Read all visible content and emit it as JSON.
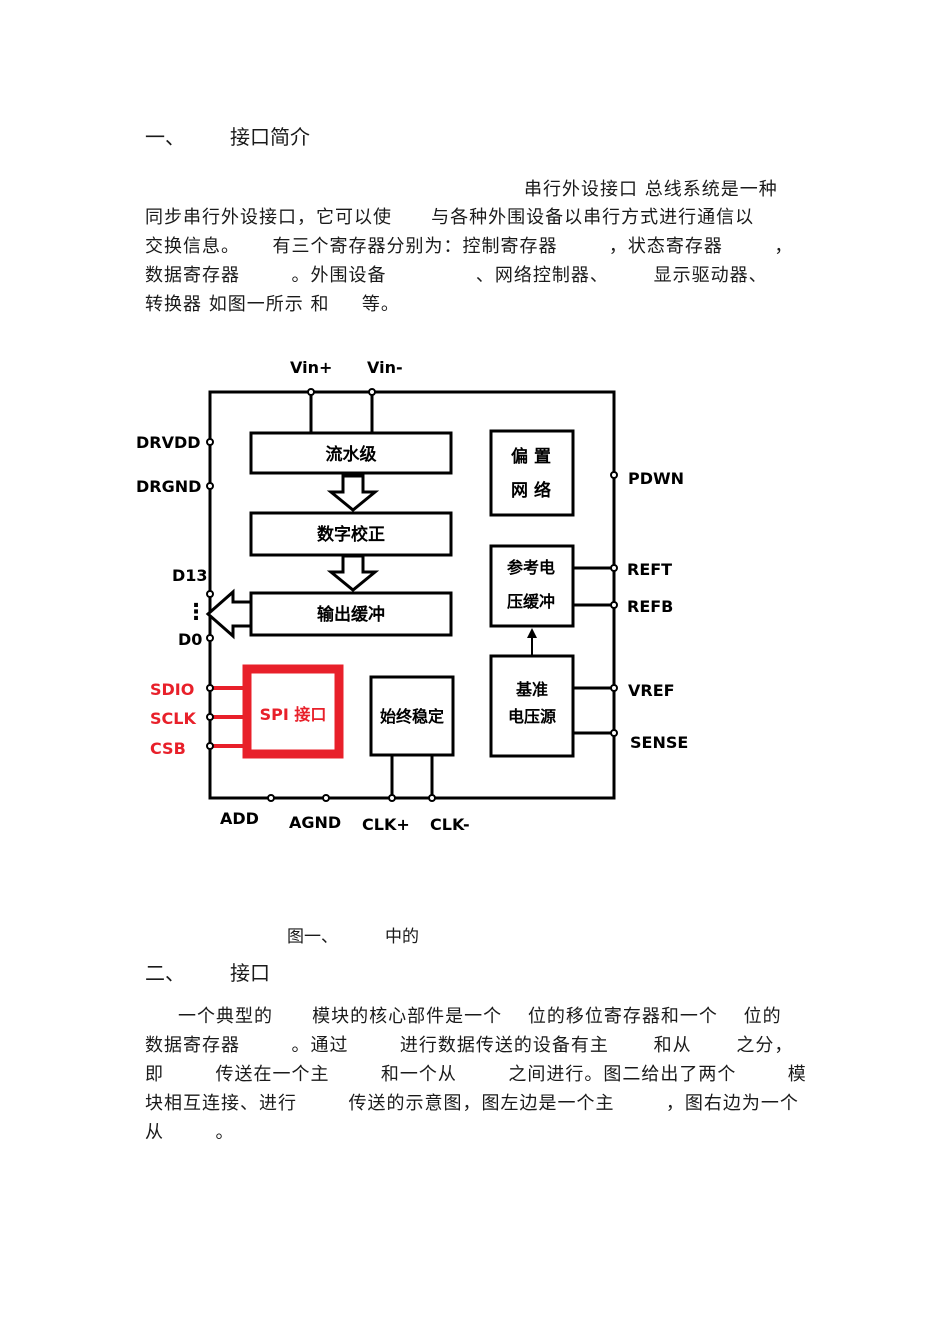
{
  "section1": {
    "num": "一、",
    "title": "接口简介"
  },
  "intro": {
    "line1": "串行外设接口 总线系统是一种",
    "line2": "同步串行外设接口，它可以使 　  与各种外围设备以串行方式进行通信以",
    "line3": "交换信息。 　 有三个寄存器分别为：控制寄存器 　　 ，状态寄存器 　　 ，",
    "line4": "数据寄存器 　　 。外围设备 　　　　 、网络控制器、 　　显示驱动器、",
    "line5": "转换器 如图一所示 和 　 等。"
  },
  "diagram": {
    "vin_plus": "Vin+",
    "vin_minus": "Vin-",
    "drvdd": "DRVDD",
    "drgnd": "DRGND",
    "d13": "D13",
    "dots": "⋮",
    "d0": "D0",
    "sdio": "SDIO",
    "sclk": "SCLK",
    "csb": "CSB",
    "add": "ADD",
    "agnd": "AGND",
    "clk_plus": "CLK+",
    "clk_minus": "CLK-",
    "pdwn": "PDWN",
    "reft": "REFT",
    "refb": "REFB",
    "vref": "VREF",
    "sense": "SENSE",
    "pipeline": "流水级",
    "digital_correction": "数字校正",
    "output_buffer": "输出缓冲",
    "bias_line1": "偏 置",
    "bias_line2": "网 络",
    "ref_buffer_line1": "参考电",
    "ref_buffer_line2": "压缓冲",
    "bandgap_line1": "基准",
    "bandgap_line2": "电压源",
    "spi": "SPI 接口",
    "clock": "始终稳定",
    "colors": {
      "spi_red": "#e8202a",
      "line": "#000000"
    }
  },
  "caption": {
    "left": "图一、",
    "right": "中的"
  },
  "section2": {
    "num": "二、",
    "title": "接口"
  },
  "body2": {
    "line1": "一个典型的 　  模块的核心部件是一个 　位的移位寄存器和一个 　位的",
    "line2": "数据寄存器 　　 。通过 　　 进行数据传送的设备有主 　　和从 　　之分，",
    "line3": "即 　　 传送在一个主 　　 和一个从 　　 之间进行。图二给出了两个 　　 模",
    "line4": "块相互连接、进行 　　 传送的示意图，图左边是一个主 　　 ，图右边为一个",
    "line5": "从 　　 。"
  }
}
